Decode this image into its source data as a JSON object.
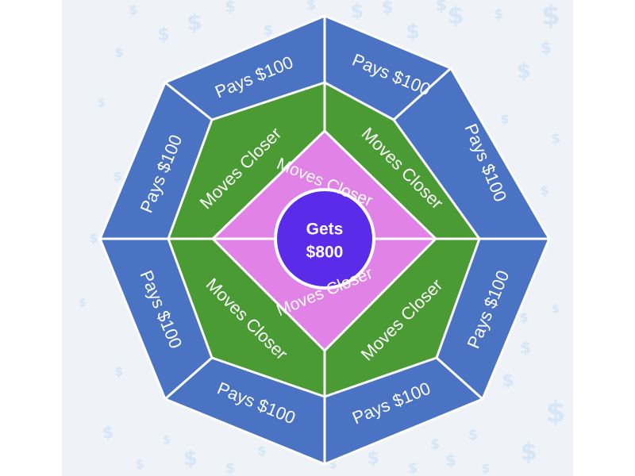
{
  "colors": {
    "background": "#eff2f6",
    "outer": "#4a74c3",
    "middle": "#4b9b35",
    "inner": "#e183e6",
    "center": "#5a2be8",
    "dollar_pattern": "#d4e6f7",
    "divider": "#ffffff"
  },
  "pattern_icon": "dollar-sign-icon",
  "outer_ring": {
    "labels": [
      "Pays $100",
      "Pays $100",
      "Pays $100",
      "Pays $100",
      "Pays $100",
      "Pays $100",
      "Pays $100",
      "Pays $100"
    ]
  },
  "middle_ring": {
    "labels": [
      "Moves Closer",
      "Moves Closer",
      "Moves Closer",
      "Moves Closer"
    ]
  },
  "inner_ring": {
    "labels": [
      "Moves Closer",
      "Moves Closer"
    ]
  },
  "center": {
    "line1": "Gets",
    "line2": "$800"
  }
}
